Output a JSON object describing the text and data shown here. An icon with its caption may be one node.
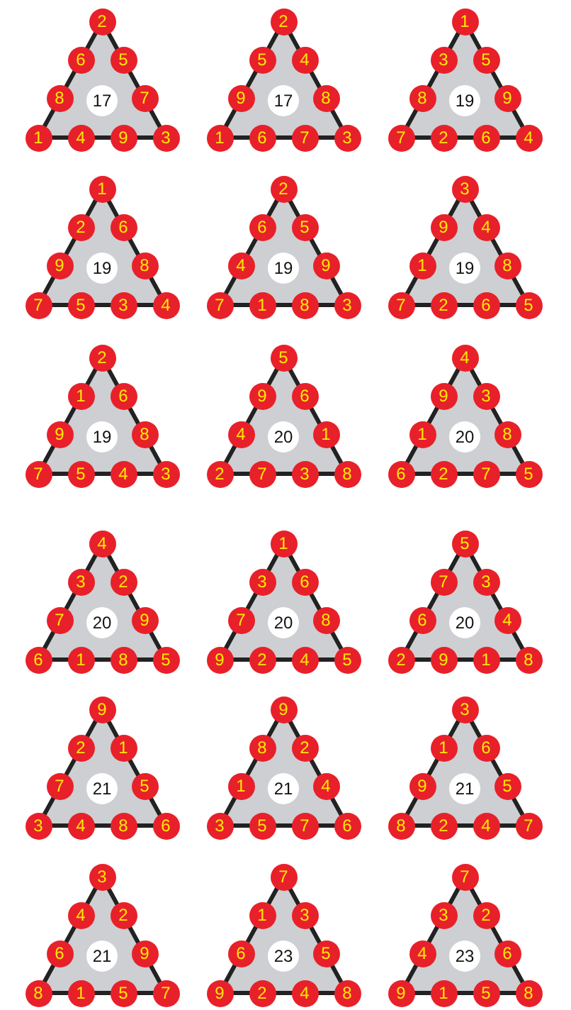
{
  "diagram": {
    "nodes": [
      {
        "text": [
          "17"
        ]
      },
      {
        "text": [
          "2"
        ],
        "in": 0
      },
      {
        "text": [
          "6"
        ],
        "in": 0
      },
      {
        "text": [
          "5"
        ],
        "in": 0
      },
      {
        "text": [
          "8"
        ],
        "in": 0
      },
      {
        "text": [
          "7"
        ],
        "in": 0
      },
      {
        "text": [
          "1"
        ]
      },
      {
        "text": [
          "4"
        ],
        "in": 0
      },
      {
        "text": [
          "9"
        ],
        "in": 0
      },
      {
        "text": [
          "3"
        ]
      },
      {
        "text": [
          "17"
        ]
      },
      {
        "text": [
          "2"
        ],
        "in": 10
      },
      {
        "text": [
          "5"
        ],
        "in": 10
      },
      {
        "text": [
          "4"
        ],
        "in": 10
      },
      {
        "text": [
          "9"
        ],
        "in": 10
      },
      {
        "text": [
          "8"
        ],
        "in": 10
      },
      {
        "text": [
          "1"
        ]
      },
      {
        "text": [
          "6"
        ],
        "in": 10
      },
      {
        "text": [
          "7"
        ],
        "in": 10
      },
      {
        "text": [
          "3"
        ]
      },
      {
        "text": [
          "19"
        ]
      },
      {
        "text": [
          "1"
        ],
        "in": 20
      },
      {
        "text": [
          "3"
        ],
        "in": 20
      },
      {
        "text": [
          "5"
        ],
        "in": 20
      },
      {
        "text": [
          "8"
        ],
        "in": 20
      },
      {
        "text": [
          "9"
        ],
        "in": 20
      },
      {
        "text": [
          "7"
        ]
      },
      {
        "text": [
          "2"
        ],
        "in": 20
      },
      {
        "text": [
          "6"
        ],
        "in": 20
      },
      {
        "text": [
          "4"
        ]
      },
      {
        "text": [
          "19"
        ]
      },
      {
        "text": [
          "1"
        ],
        "in": 30
      },
      {
        "text": [
          "2"
        ],
        "in": 30
      },
      {
        "text": [
          "6"
        ],
        "in": 30
      },
      {
        "text": [
          "9"
        ],
        "in": 30
      },
      {
        "text": [
          "8"
        ],
        "in": 30
      },
      {
        "text": [
          "7"
        ]
      },
      {
        "text": [
          "5"
        ],
        "in": 30
      },
      {
        "text": [
          "3"
        ],
        "in": 30
      },
      {
        "text": [
          "4"
        ]
      },
      {
        "text": [
          "19"
        ]
      },
      {
        "text": [
          "2"
        ],
        "in": 40
      },
      {
        "text": [
          "6"
        ],
        "in": 40
      },
      {
        "text": [
          "5"
        ],
        "in": 40
      },
      {
        "text": [
          "4"
        ],
        "in": 40
      },
      {
        "text": [
          "9"
        ],
        "in": 40
      },
      {
        "text": [
          "7"
        ]
      },
      {
        "text": [
          "1"
        ],
        "in": 40
      },
      {
        "text": [
          "8"
        ],
        "in": 40
      },
      {
        "text": [
          "3"
        ]
      },
      {
        "text": [
          "19"
        ]
      },
      {
        "text": [
          "3"
        ],
        "in": 50
      },
      {
        "text": [
          "9"
        ],
        "in": 50
      },
      {
        "text": [
          "4"
        ],
        "in": 50
      },
      {
        "text": [
          "1"
        ],
        "in": 50
      },
      {
        "text": [
          "8"
        ],
        "in": 50
      },
      {
        "text": [
          "7"
        ]
      },
      {
        "text": [
          "2"
        ],
        "in": 50
      },
      {
        "text": [
          "6"
        ],
        "in": 50
      },
      {
        "text": [
          "5"
        ]
      },
      {
        "text": [
          "19"
        ]
      },
      {
        "text": [
          "2"
        ],
        "in": 60
      },
      {
        "text": [
          "1"
        ],
        "in": 60
      },
      {
        "text": [
          "6"
        ],
        "in": 60
      },
      {
        "text": [
          "9"
        ],
        "in": 60
      },
      {
        "text": [
          "8"
        ],
        "in": 60
      },
      {
        "text": [
          "7"
        ]
      },
      {
        "text": [
          "5"
        ],
        "in": 60
      },
      {
        "text": [
          "4"
        ],
        "in": 60
      },
      {
        "text": [
          "3"
        ]
      },
      {
        "text": [
          "20"
        ]
      },
      {
        "text": [
          "5"
        ],
        "in": 70
      },
      {
        "text": [
          "9"
        ],
        "in": 70
      },
      {
        "text": [
          "6"
        ],
        "in": 70
      },
      {
        "text": [
          "4"
        ],
        "in": 70
      },
      {
        "text": [
          "1"
        ],
        "in": 70
      },
      {
        "text": [
          "2"
        ]
      },
      {
        "text": [
          "7"
        ],
        "in": 70
      },
      {
        "text": [
          "3"
        ],
        "in": 70
      },
      {
        "text": [
          "8"
        ]
      },
      {
        "text": [
          "20"
        ]
      },
      {
        "text": [
          "4"
        ],
        "in": 80
      },
      {
        "text": [
          "9"
        ],
        "in": 80
      },
      {
        "text": [
          "3"
        ],
        "in": 80
      },
      {
        "text": [
          "1"
        ],
        "in": 80
      },
      {
        "text": [
          "8"
        ],
        "in": 80
      },
      {
        "text": [
          "6"
        ]
      },
      {
        "text": [
          "2"
        ],
        "in": 80
      },
      {
        "text": [
          "7"
        ],
        "in": 80
      },
      {
        "text": [
          "5"
        ]
      },
      {
        "text": [
          "20"
        ]
      },
      {
        "text": [
          "4"
        ],
        "in": 90
      },
      {
        "text": [
          "3"
        ],
        "in": 90
      },
      {
        "text": [
          "2"
        ],
        "in": 90
      },
      {
        "text": [
          "7"
        ],
        "in": 90
      },
      {
        "text": [
          "9"
        ],
        "in": 90
      },
      {
        "text": [
          "6"
        ]
      },
      {
        "text": [
          "1"
        ],
        "in": 90
      },
      {
        "text": [
          "8"
        ],
        "in": 90
      },
      {
        "text": [
          "5"
        ]
      },
      {
        "text": [
          "20"
        ]
      },
      {
        "text": [
          "1"
        ],
        "in": 100
      },
      {
        "text": [
          "3"
        ],
        "in": 100
      },
      {
        "text": [
          "6"
        ],
        "in": 100
      },
      {
        "text": [
          "7"
        ],
        "in": 100
      },
      {
        "text": [
          "8"
        ],
        "in": 100
      },
      {
        "text": [
          "9"
        ]
      },
      {
        "text": [
          "2"
        ],
        "in": 100
      },
      {
        "text": [
          "4"
        ],
        "in": 100
      },
      {
        "text": [
          "5"
        ]
      },
      {
        "text": [
          "20"
        ]
      },
      {
        "text": [
          "5"
        ],
        "in": 110
      },
      {
        "text": [
          "7"
        ],
        "in": 110
      },
      {
        "text": [
          "3"
        ],
        "in": 110
      },
      {
        "text": [
          "6"
        ],
        "in": 110
      },
      {
        "text": [
          "4"
        ],
        "in": 110
      },
      {
        "text": [
          "2"
        ]
      },
      {
        "text": [
          "9"
        ],
        "in": 110
      },
      {
        "text": [
          "1"
        ],
        "in": 110
      },
      {
        "text": [
          "8"
        ]
      },
      {
        "text": [
          "21"
        ]
      },
      {
        "text": [
          "9"
        ],
        "in": 120
      },
      {
        "text": [
          "2"
        ],
        "in": 120
      },
      {
        "text": [
          "1"
        ],
        "in": 120
      },
      {
        "text": [
          "7"
        ],
        "in": 120
      },
      {
        "text": [
          "5"
        ],
        "in": 120
      },
      {
        "text": [
          "3"
        ]
      },
      {
        "text": [
          "4"
        ],
        "in": 120
      },
      {
        "text": [
          "8"
        ],
        "in": 120
      },
      {
        "text": [
          "6"
        ]
      },
      {
        "text": [
          "21"
        ]
      },
      {
        "text": [
          "9"
        ],
        "in": 130
      },
      {
        "text": [
          "8"
        ],
        "in": 130
      },
      {
        "text": [
          "2"
        ],
        "in": 130
      },
      {
        "text": [
          "1"
        ],
        "in": 130
      },
      {
        "text": [
          "4"
        ],
        "in": 130
      },
      {
        "text": [
          "3"
        ]
      },
      {
        "text": [
          "5"
        ],
        "in": 130
      },
      {
        "text": [
          "7"
        ],
        "in": 130
      },
      {
        "text": [
          "6"
        ]
      },
      {
        "text": [
          "21"
        ]
      },
      {
        "text": [
          "3"
        ],
        "in": 140
      },
      {
        "text": [
          "1"
        ],
        "in": 140
      },
      {
        "text": [
          "6"
        ],
        "in": 140
      },
      {
        "text": [
          "9"
        ],
        "in": 140
      },
      {
        "text": [
          "5"
        ],
        "in": 140
      },
      {
        "text": [
          "8"
        ]
      },
      {
        "text": [
          "2"
        ],
        "in": 140
      },
      {
        "text": [
          "4"
        ],
        "in": 140
      },
      {
        "text": [
          "7"
        ]
      },
      {
        "text": [
          "21"
        ]
      },
      {
        "text": [
          "3"
        ],
        "in": 150
      },
      {
        "text": [
          "4"
        ],
        "in": 150
      },
      {
        "text": [
          "2"
        ],
        "in": 150
      },
      {
        "text": [
          "6"
        ],
        "in": 150
      },
      {
        "text": [
          "9"
        ],
        "in": 150
      },
      {
        "text": [
          "8"
        ]
      },
      {
        "text": [
          "1"
        ],
        "in": 150
      },
      {
        "text": [
          "5"
        ],
        "in": 150
      },
      {
        "text": [
          "7"
        ]
      },
      {
        "text": [
          "23"
        ]
      },
      {
        "text": [
          "7"
        ],
        "in": 160
      },
      {
        "text": [
          "1"
        ],
        "in": 160
      },
      {
        "text": [
          "3"
        ],
        "in": 160
      },
      {
        "text": [
          "6"
        ],
        "in": 160
      },
      {
        "text": [
          "5"
        ],
        "in": 160
      },
      {
        "text": [
          "9"
        ]
      },
      {
        "text": [
          "2"
        ],
        "in": 160
      },
      {
        "text": [
          "4"
        ],
        "in": 160
      },
      {
        "text": [
          "8"
        ]
      },
      {
        "text": [
          "23"
        ]
      },
      {
        "text": [
          "7"
        ],
        "in": 170
      },
      {
        "text": [
          "3"
        ],
        "in": 170
      },
      {
        "text": [
          "2"
        ],
        "in": 170
      },
      {
        "text": [
          "4"
        ],
        "in": 170
      },
      {
        "text": [
          "6"
        ],
        "in": 170
      },
      {
        "text": [
          "9"
        ]
      },
      {
        "text": [
          "1"
        ],
        "in": 170
      },
      {
        "text": [
          "5"
        ],
        "in": 170
      },
      {
        "text": [
          "8"
        ]
      }
    ]
  }
}
